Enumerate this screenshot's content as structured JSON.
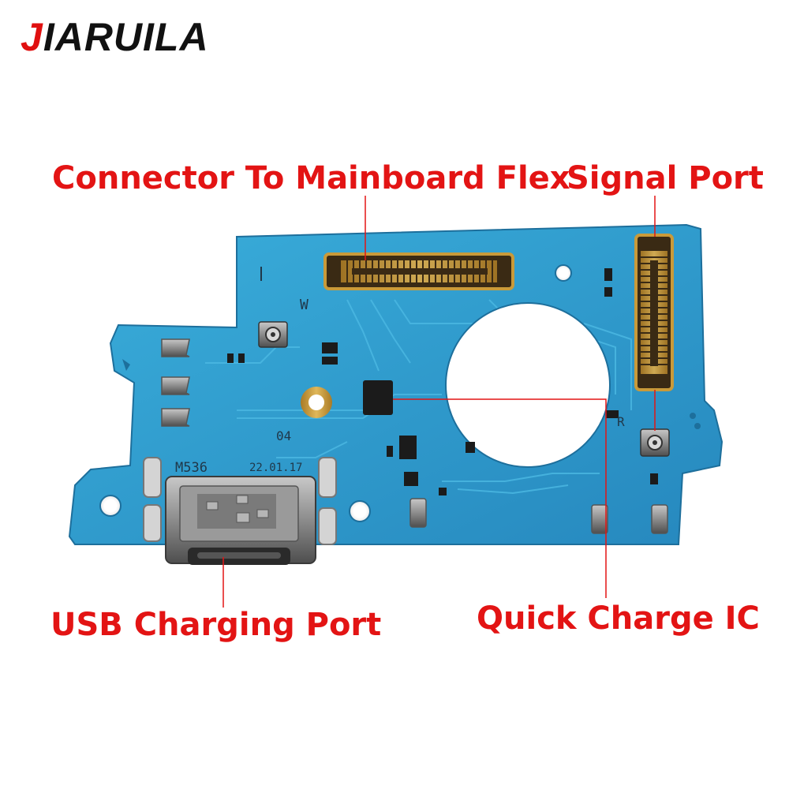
{
  "brand": {
    "first_letter": "J",
    "rest": "IARUILA"
  },
  "labels": {
    "connector": "Connector To Mainboard Flex",
    "signal": "Signal Port",
    "usb": "USB Charging Port",
    "ic": "Quick Charge IC"
  },
  "board_markings": {
    "w": "W",
    "r": "R",
    "rev": "04",
    "model": "M536",
    "date": "22.01.17"
  },
  "colors": {
    "board": "#2e9fd0",
    "label": "#e31414",
    "gold": "#c99a3a"
  }
}
